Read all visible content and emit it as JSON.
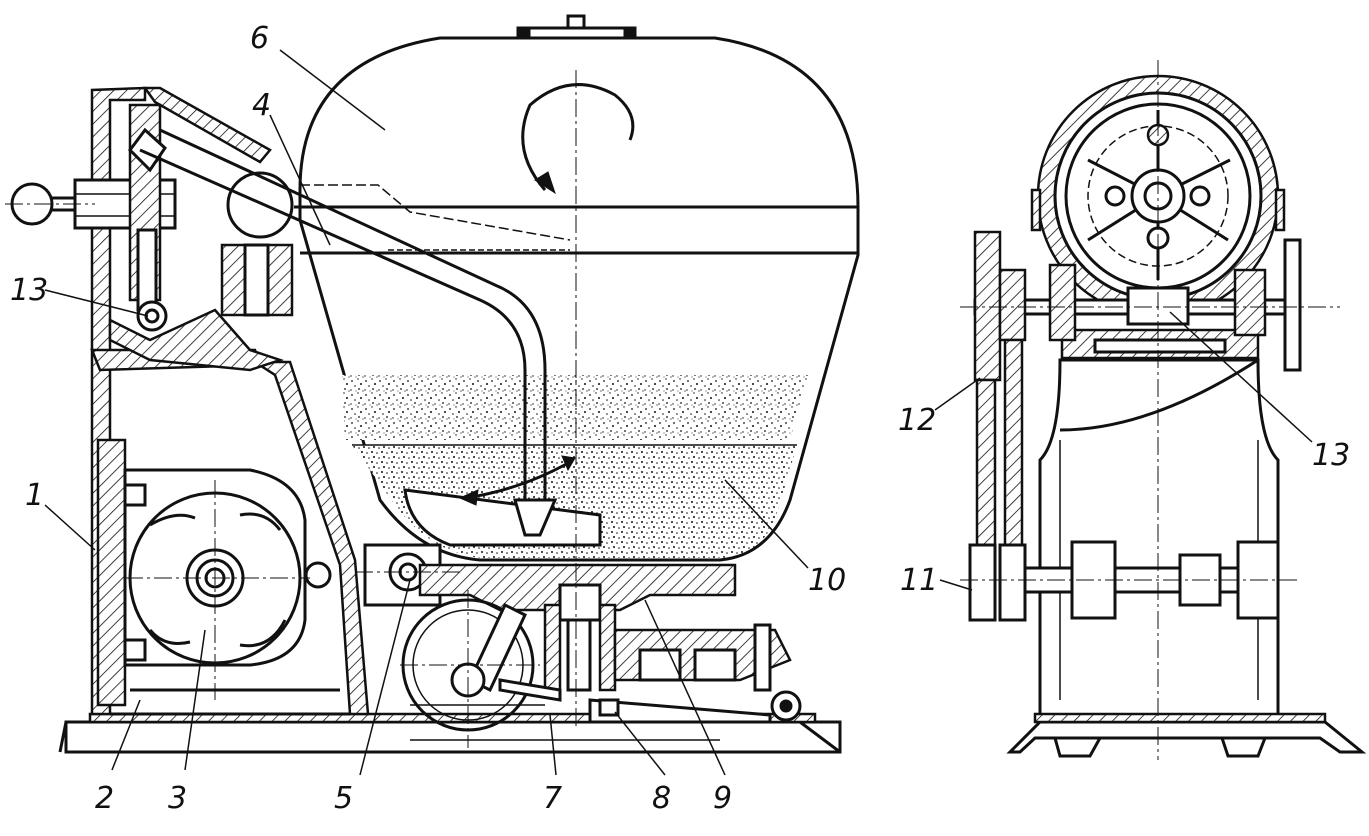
{
  "labels": {
    "main": [
      {
        "id": "l1",
        "text": "1"
      },
      {
        "id": "l2",
        "text": "2"
      },
      {
        "id": "l3",
        "text": "3"
      },
      {
        "id": "l4",
        "text": "4"
      },
      {
        "id": "l5",
        "text": "5"
      },
      {
        "id": "l6",
        "text": "6"
      },
      {
        "id": "l7",
        "text": "7"
      },
      {
        "id": "l8",
        "text": "8"
      },
      {
        "id": "l9",
        "text": "9"
      },
      {
        "id": "l10",
        "text": "10"
      },
      {
        "id": "l13a",
        "text": "13"
      }
    ],
    "side": [
      {
        "id": "l11",
        "text": "11"
      },
      {
        "id": "l12",
        "text": "12"
      },
      {
        "id": "l13b",
        "text": "13"
      }
    ]
  },
  "colors": {
    "ink": "#111111",
    "paper": "#ffffff"
  }
}
